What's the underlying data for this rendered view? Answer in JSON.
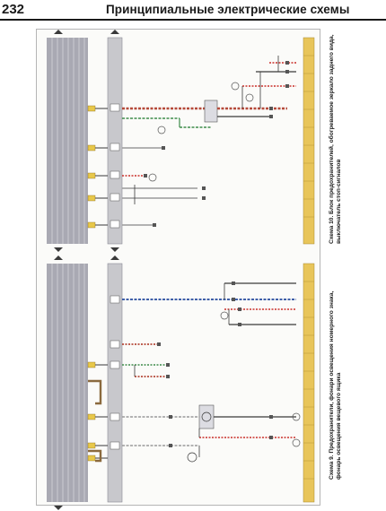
{
  "page": {
    "number": "232",
    "title": "Принципиальные электрические схемы"
  },
  "schemas": [
    {
      "id": "schema-10",
      "caption": "Схема 10. Блок предохранителей, обогреваемое зеркало заднего вида,\nвыключатель стоп-сигналов"
    },
    {
      "id": "schema-9",
      "caption": "Схема 9. Предохранители, фонари освещения номерного знака,\nфонарь освещения вещевого ящика"
    }
  ],
  "colors": {
    "bus_gray": "#a9a9b3",
    "bus_stripe": "#8a8a95",
    "terminal_strip": "#c8c8cc",
    "wire_red_brown": "#b54a3a",
    "wire_red": "#c9302a",
    "wire_green": "#3e8c4a",
    "wire_blue": "#3f5fa8",
    "wire_dark": "#3a3a3a",
    "wire_gray": "#9a9a9a",
    "fuse_yellow": "#e8c84a",
    "ground_brown": "#8b6a3e",
    "footer_strip": "#e8c55a"
  }
}
